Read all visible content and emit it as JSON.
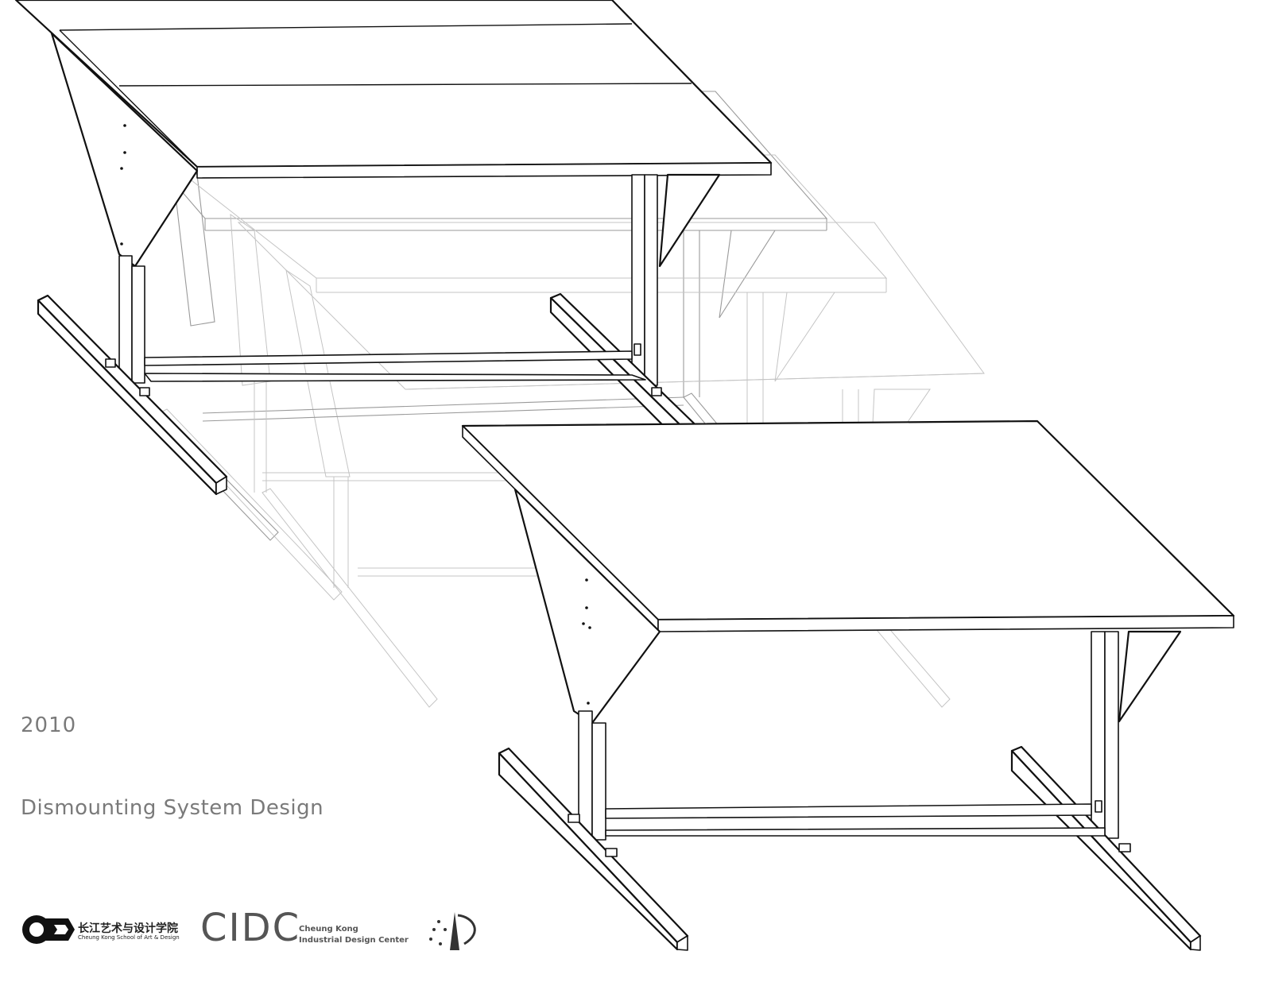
{
  "caption": {
    "year": "2010",
    "title": "Dismounting System Design"
  },
  "logos": {
    "school_cn": "长江艺术与设计学院",
    "school_en": "Cheung Kong School of Art & Design",
    "center_abbr": "CIDC",
    "center_line1": "Cheung Kong",
    "center_line2": "Industrial Design Center"
  },
  "colors": {
    "ink": "#111111",
    "ghost": "#9a9a9a",
    "caption": "#7a7a7a"
  }
}
